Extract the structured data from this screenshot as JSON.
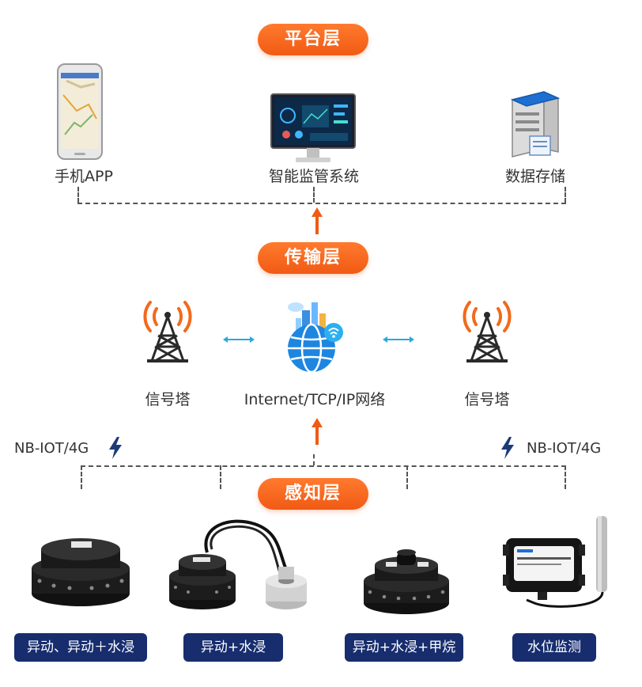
{
  "layers": {
    "platform": "平台层",
    "transport": "传输层",
    "perception": "感知层"
  },
  "platform_items": {
    "phone": "手机APP",
    "monitor": "智能监管系统",
    "storage": "数据存储"
  },
  "transport_items": {
    "tower_left": "信号塔",
    "internet": "Internet/TCP/IP网络",
    "tower_right": "信号塔"
  },
  "connections": {
    "left": "NB-IOT/4G",
    "right": "NB-IOT/4G"
  },
  "devices": {
    "d1": "异动、异动＋水浸",
    "d2": "异动+水浸",
    "d3": "异动+水浸+甲烷",
    "d4": "水位监测"
  },
  "colors": {
    "accent": "#f15a14",
    "pill_bg": "#172d6e",
    "tower_signal": "#f26a1b"
  }
}
